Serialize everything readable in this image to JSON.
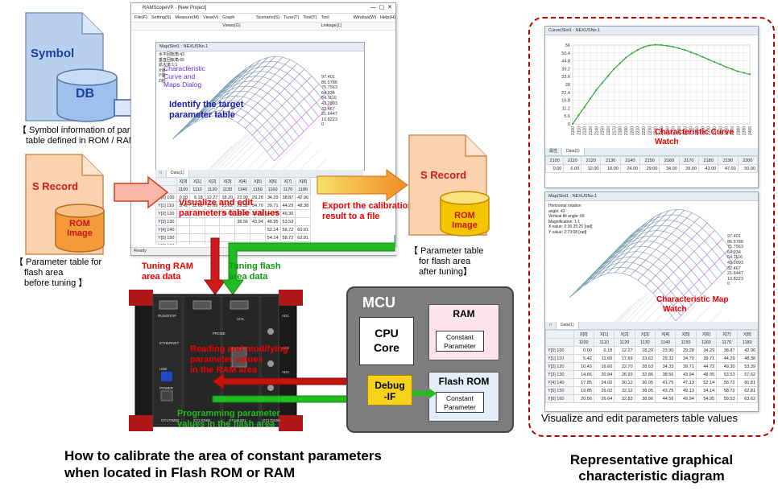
{
  "left_inputs": {
    "symbol": {
      "title": "Symbol",
      "db": "DB",
      "caption_line1": "【 Symbol information of parameter",
      "caption_line2": "table defined in ROM / RAM area 】"
    },
    "srecord": {
      "title": "S Record",
      "rom_line1": "ROM",
      "rom_line2": "Image",
      "caption_line1": "【 Parameter table for",
      "caption_line2": "flash area",
      "caption_line3": "before tuning 】"
    }
  },
  "app": {
    "title": "RAMScopeVP - [New Project]",
    "menus": [
      "File(F)",
      "Setting(S)",
      "Measure(M)",
      "View(V)",
      "Graph Views(G)",
      "Scenario(S)",
      "Tune(T)",
      "Tool(T)",
      "Tool Linkage(L)",
      "Window(W)",
      "Help(H)"
    ],
    "map_title": "Map(Slot1 : NEXUSNo.1",
    "map_info": [
      "水平回転角:43",
      "垂直回転角:66",
      "拡大率:1:1",
      "X値:",
      "Y値:",
      "Z値:"
    ],
    "overlay_line1": "Characteristic",
    "overlay_line2": "Curve and",
    "overlay_line3": "Maps Dialog",
    "zlabels": [
      "97.401",
      "86.5786",
      "75.7563",
      "64.934",
      "54.1116",
      "43.2893",
      "32.467",
      "21.6447",
      "10.8223",
      "0"
    ],
    "tab": "Data(1)",
    "status": "Ready",
    "table": {
      "cols": [
        "",
        "X[0]",
        "X[1]",
        "X[2]",
        "X[3]",
        "X[4]",
        "X[5]",
        "X[6]",
        "X[7]",
        "X[8]"
      ],
      "xvals": [
        "",
        "1100",
        "1110",
        "1120",
        "1130",
        "1140",
        "1150",
        "1160",
        "1170",
        "1180"
      ],
      "rows": [
        [
          "Y[0]",
          "100",
          "0.00",
          "6.18",
          "12.27",
          "18.20",
          "23.90",
          "29.28",
          "34.29",
          "38.87",
          "42.96"
        ],
        [
          "Y[1]",
          "110",
          "5.42",
          "11.60",
          "17.69",
          "23.62",
          "29.32",
          "34.70",
          "39.71",
          "44.29",
          "48.38"
        ],
        [
          "Y[2]",
          "120",
          "",
          "",
          "",
          "28.63",
          "34.33",
          "39.71",
          "44.72",
          "49.30",
          ""
        ],
        [
          "Y[3]",
          "130",
          "",
          "",
          "",
          "",
          "38.56",
          "43.94",
          "48.95",
          "53.53",
          ""
        ],
        [
          "Y[4]",
          "140",
          "",
          "",
          "",
          "",
          "",
          "",
          "52.14",
          "56.72",
          "60.81"
        ],
        [
          "Y[5]",
          "150",
          "",
          "",
          "",
          "",
          "",
          "",
          "54.14",
          "58.72",
          "62.81"
        ],
        [
          "Y[6]",
          "160",
          "",
          "",
          "",
          "",
          "",
          "",
          "",
          "",
          ""
        ]
      ]
    }
  },
  "annotations": {
    "identify": [
      "Identify the target",
      "parameter table"
    ],
    "visualize": [
      "Visualize and edit",
      "parameters table values"
    ],
    "export": [
      "Export the calibration",
      "result to a file"
    ],
    "tuning_ram": [
      "Tuning RAM",
      "area data"
    ],
    "tuning_flash": [
      "Tuning flash",
      "area data"
    ],
    "reading": [
      "Reading and modifying",
      "parameter values",
      "in the RAM area"
    ],
    "programming": [
      "Programming parameter",
      "values in the flash area"
    ]
  },
  "srecord_out": {
    "title": "S Record",
    "rom_line1": "ROM",
    "rom_line2": "Image",
    "caption_line1": "【 Parameter table",
    "caption_line2": "for flash area",
    "caption_line3": "after tuning】"
  },
  "hardware": {
    "top_labels": [
      "RUN/STOP",
      "PROBE",
      "CH1",
      "AD1",
      "ETHERNET",
      "USB",
      "POWER",
      "AD2",
      "AD3"
    ],
    "bottom_labels": [
      "GT170M00",
      "GT170N01",
      "GT171S01",
      "GT170S00"
    ]
  },
  "mcu": {
    "title": "MCU",
    "cpu_line1": "CPU",
    "cpu_line2": "Core",
    "ram": "RAM",
    "flash": "Flash ROM",
    "const_line1": "Constant",
    "const_line2": "Parameter",
    "debug_line1": "Debug",
    "debug_line2": "-IF"
  },
  "bottom_caption": [
    "How to calibrate the area of constant parameters",
    "when located in Flash ROM or RAM"
  ],
  "right_panel": {
    "curve_title": "Curve(Slot1 : NEXUSNo.1",
    "curve_label_line1": "Characteristic Curve",
    "curve_label_line2": "Watch",
    "map_title": "Map(Slot1 : NEXUSNo.1",
    "map_info": [
      "Horizontal rotation",
      "angle: 43",
      "Vertical tilt angle: 66",
      "Magnification: 1:1",
      "X value: 0:36:25:25 [rad]",
      "Y value: 2:73:08 [rad]"
    ],
    "map_label_line1": "Characteristic Map",
    "map_label_line2": "Watch",
    "zlabels": [
      "97.401",
      "86.5786",
      "75.7563",
      "64.934",
      "54.1116",
      "43.2893",
      "32.467",
      "21.6447",
      "10.8223",
      "0"
    ],
    "curve_table": {
      "tabs": [
        "属性",
        "Data(1)"
      ],
      "row1": [
        "2100",
        "2110",
        "2120",
        "2130",
        "2140",
        "2150",
        "2160",
        "2170",
        "2180",
        "2190",
        "2200"
      ],
      "row2": [
        "0.00",
        "6.00",
        "12.00",
        "18.00",
        "24.00",
        "29.00",
        "34.00",
        "39.00",
        "43.00",
        "47.00",
        "50.00"
      ]
    },
    "map_table": {
      "tab": "Data(1)",
      "cols": [
        "",
        "X[0]",
        "X[1]",
        "X[2]",
        "X[3]",
        "X[4]",
        "X[5]",
        "X[6]",
        "X[7]",
        "X[8]"
      ],
      "xvals": [
        "",
        "1100",
        "1110",
        "1120",
        "1130",
        "1140",
        "1150",
        "1160",
        "1170",
        "1180"
      ],
      "rows": [
        [
          "Y[0]",
          "100",
          "0.00",
          "6.18",
          "12.27",
          "18.20",
          "23.90",
          "29.28",
          "34.29",
          "38.87",
          "42.96"
        ],
        [
          "Y[1]",
          "110",
          "5.42",
          "11.60",
          "17.69",
          "23.62",
          "29.32",
          "34.70",
          "39.71",
          "44.29",
          "48.38"
        ],
        [
          "Y[2]",
          "120",
          "10.43",
          "16.60",
          "22.70",
          "28.63",
          "34.33",
          "39.71",
          "44.72",
          "49.30",
          "53.39"
        ],
        [
          "Y[3]",
          "130",
          "14.66",
          "20.84",
          "26.93",
          "32.86",
          "38.56",
          "43.94",
          "48.95",
          "53.53",
          "57.62"
        ],
        [
          "Y[4]",
          "140",
          "17.85",
          "24.02",
          "30.12",
          "36.05",
          "41.75",
          "47.13",
          "52.14",
          "56.72",
          "60.81"
        ],
        [
          "Y[5]",
          "150",
          "19.85",
          "26.02",
          "32.12",
          "38.05",
          "43.75",
          "49.13",
          "54.14",
          "58.72",
          "62.81"
        ],
        [
          "Y[6]",
          "160",
          "20.56",
          "26.64",
          "32.83",
          "38.86",
          "44.56",
          "49.94",
          "54.95",
          "59.53",
          "63.62"
        ]
      ]
    },
    "caption": "Visualize and edit parameters table values"
  },
  "right_caption": [
    "Representative graphical",
    "characteristic diagram"
  ],
  "curve_chart": {
    "type": "line",
    "x": [
      2100,
      2110,
      2120,
      2130,
      2140,
      2150,
      2160,
      2170,
      2180,
      2190,
      2200,
      2210,
      2220,
      2230,
      2240,
      2250,
      2260,
      2270,
      2280,
      2290,
      2300,
      2310,
      2320,
      2330,
      2340,
      2350,
      2360,
      2370,
      2380,
      2390,
      2400
    ],
    "y": [
      0,
      6,
      12,
      18,
      24,
      29,
      34,
      39,
      43,
      47,
      50,
      52.5,
      54.5,
      55.8,
      56.2,
      56,
      55.5,
      54.8,
      53.8,
      52.5,
      51,
      49.4,
      47.6,
      45.8,
      44,
      42.2,
      40.4,
      38.8,
      37.3,
      36.2,
      35.3
    ],
    "yticks": [
      "56",
      "50.4",
      "44.8",
      "39.2",
      "33.6",
      "28",
      "22.4",
      "16.8",
      "11.2",
      "5.6",
      "0"
    ],
    "xticks": [
      "2100",
      "2110",
      "2120",
      "2130",
      "2140",
      "2150",
      "2160",
      "2170",
      "2180",
      "2190",
      "2200",
      "2210",
      "2220",
      "2230",
      "2240",
      "2250",
      "2260",
      "2270",
      "2280",
      "2290",
      "2300",
      "2310",
      "2320",
      "2330",
      "2340",
      "2350",
      "2360",
      "2370",
      "2380",
      "2390",
      "2400"
    ],
    "ylim": [
      0,
      56
    ],
    "grid": true,
    "color": "#33aa33"
  },
  "colors": {
    "red": "#ee0000",
    "blue": "#1a1aa8",
    "green": "#33bb33",
    "arrow_green": "#22bb22",
    "arrow_red": "#c1150e",
    "yellow": "#f5c400",
    "orange": "#f08a24",
    "peach": "#fbd2b0",
    "dbblue": "#a6c4ee",
    "dashed": "#c00000"
  }
}
